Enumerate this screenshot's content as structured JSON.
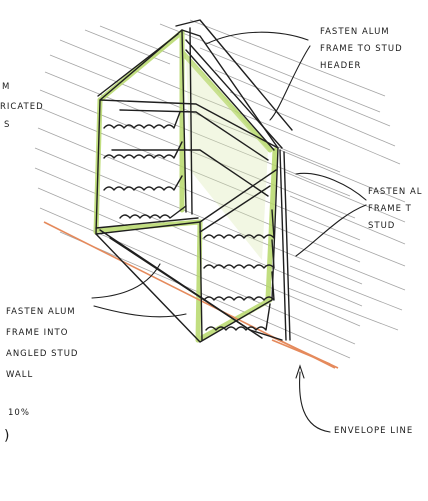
{
  "annotations": {
    "header_note": [
      "FASTEN ALUM",
      "FRAME TO STUD",
      "HEADER"
    ],
    "right_note": [
      "FASTEN AL",
      "FRAME T",
      "STUD"
    ],
    "left_note": [
      "FASTEN ALUM",
      "FRAME INTO",
      "ANGLED STUD",
      "WALL"
    ],
    "envelope_label": "ENVELOPE LINE"
  },
  "left_edge_fragments": {
    "top": "M",
    "second": "RICATED",
    "third": "S",
    "percent": "10%",
    "paren": ")"
  },
  "colors": {
    "ink": "#1a1a1a",
    "highlight_green": "#b7d96b",
    "envelope_orange": "#e58a5c",
    "hatching": "#9a9a9a"
  }
}
